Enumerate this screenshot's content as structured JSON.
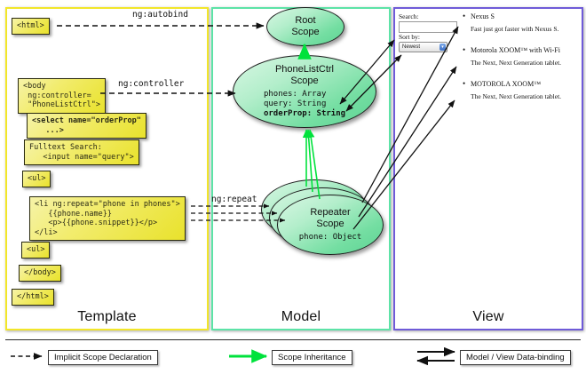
{
  "columns": [
    {
      "id": "template",
      "label": "Template",
      "border": "#f2e62a"
    },
    {
      "id": "model",
      "label": "Model",
      "border": "#5de3a7"
    },
    {
      "id": "view",
      "label": "View",
      "border": "#6f5bd8"
    }
  ],
  "template": {
    "boxes": [
      {
        "name": "html-open-tag",
        "text": "<html>"
      },
      {
        "name": "body-controller",
        "text": "<body\n ng:controller=\n \"PhoneListCtrl\">"
      },
      {
        "name": "select-orderprop",
        "text": "<select name=\"orderProp\"\n   ...>"
      },
      {
        "name": "fulltext-search",
        "text": "Fulltext Search:\n   <input name=\"query\">"
      },
      {
        "name": "ul-open-tag",
        "text": "<ul>"
      },
      {
        "name": "li-ng-repeat",
        "text": "<li ng:repeat=\"phone in phones\">\n   {{phone.name}}\n   <p>{{phone.snippet}}</p>\n</li>"
      },
      {
        "name": "ul-close-tag",
        "text": "<ul>"
      },
      {
        "name": "body-close-tag",
        "text": "</body>"
      },
      {
        "name": "html-close-tag",
        "text": "</html>"
      }
    ]
  },
  "model": {
    "scopes": [
      {
        "name": "root-scope",
        "title": "Root\nScope",
        "props": []
      },
      {
        "name": "phonelistctrl-scope",
        "title": "PhoneListCtrl\nScope",
        "props": [
          {
            "text": "phones: Array",
            "bold": false
          },
          {
            "text": "query: String",
            "bold": false
          },
          {
            "text": "orderProp: String",
            "bold": true
          }
        ]
      },
      {
        "name": "repeater-scope",
        "title": "Repeater\nScope",
        "props": [
          {
            "text": "phone: Object",
            "bold": false
          }
        ]
      }
    ]
  },
  "connector_labels": [
    {
      "name": "ng-autobind-label",
      "text": "ng:autobind"
    },
    {
      "name": "ng-controller-label",
      "text": "ng:controller"
    },
    {
      "name": "ng-repeat-label",
      "text": "ng:repeat"
    }
  ],
  "view": {
    "search_label": "Search:",
    "search_value": "",
    "search_placeholder": "",
    "sort_label": "Sort by:",
    "sort_selected": "Newest",
    "sort_options": [
      "Newest"
    ],
    "phones": [
      {
        "name": "Nexus S",
        "snippet": "Fast just got faster with Nexus S."
      },
      {
        "name": "Motorola XOOM™ with Wi-Fi",
        "snippet": "The Next, Next Generation tablet."
      },
      {
        "name": "MOTOROLA XOOM™",
        "snippet": "The Next, Next Generation tablet."
      }
    ]
  },
  "legend": [
    {
      "name": "implicit-scope-declaration",
      "label": "Implicit Scope Declaration",
      "arrow": "dashed-black"
    },
    {
      "name": "scope-inheritance",
      "label": "Scope Inheritance",
      "arrow": "solid-green"
    },
    {
      "name": "model-view-data-binding",
      "label": "Model / View Data-binding",
      "arrow": "double-black"
    }
  ],
  "colors": {
    "template_border": "#f2e62a",
    "model_border": "#5de3a7",
    "view_border": "#6f5bd8",
    "inheritance_arrow": "#00e23c",
    "box_fill": "#e9e22c",
    "scope_fill": "#74dea2"
  }
}
